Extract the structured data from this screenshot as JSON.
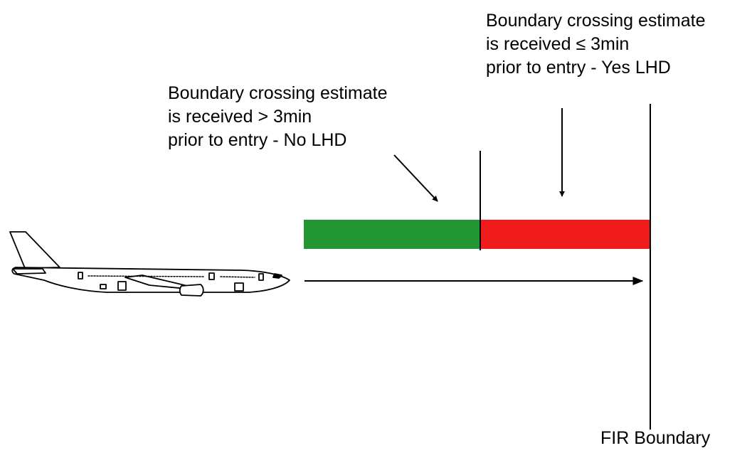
{
  "labels": {
    "no_lhd": {
      "line1": "Boundary crossing estimate",
      "line2": "is received > 3min",
      "line3": "prior to entry - No LHD"
    },
    "yes_lhd": {
      "line1": "Boundary crossing estimate",
      "line2": "is received ≤ 3min",
      "line3": "prior to entry - Yes LHD"
    },
    "fir_boundary": "FIR Boundary"
  },
  "colors": {
    "no_lhd_zone": "#229633",
    "yes_lhd_zone": "#f01c1c",
    "lines": "#000000",
    "aircraft_fill": "#ffffff"
  },
  "icons": {
    "aircraft": "airplane-icon"
  }
}
